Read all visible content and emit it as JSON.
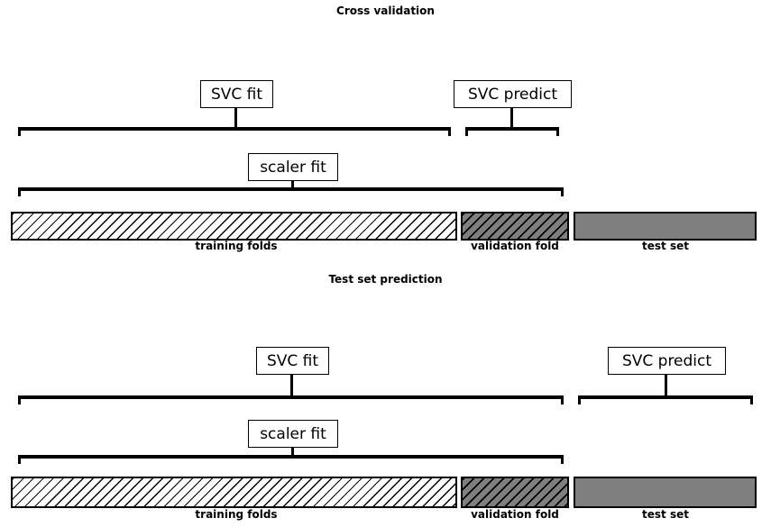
{
  "colors": {
    "background": "#ffffff",
    "bar_gray": "#7f7f7f",
    "line_black": "#000000"
  },
  "sections": [
    {
      "title": "Cross validation",
      "svc_fit_label": "SVC fit",
      "svc_predict_label": "SVC predict",
      "scaler_fit_label": "scaler fit",
      "bars": [
        {
          "label": "training folds",
          "pattern": "diagonal-hatch",
          "fill": "#ffffff"
        },
        {
          "label": "validation fold",
          "pattern": "diagonal-hatch",
          "fill": "#7f7f7f"
        },
        {
          "label": "test set",
          "pattern": "solid",
          "fill": "#7f7f7f"
        }
      ]
    },
    {
      "title": "Test set prediction",
      "svc_fit_label": "SVC fit",
      "svc_predict_label": "SVC predict",
      "scaler_fit_label": "scaler fit",
      "bars": [
        {
          "label": "training folds",
          "pattern": "diagonal-hatch",
          "fill": "#ffffff"
        },
        {
          "label": "validation fold",
          "pattern": "diagonal-hatch",
          "fill": "#7f7f7f"
        },
        {
          "label": "test set",
          "pattern": "solid",
          "fill": "#7f7f7f"
        }
      ]
    }
  ]
}
